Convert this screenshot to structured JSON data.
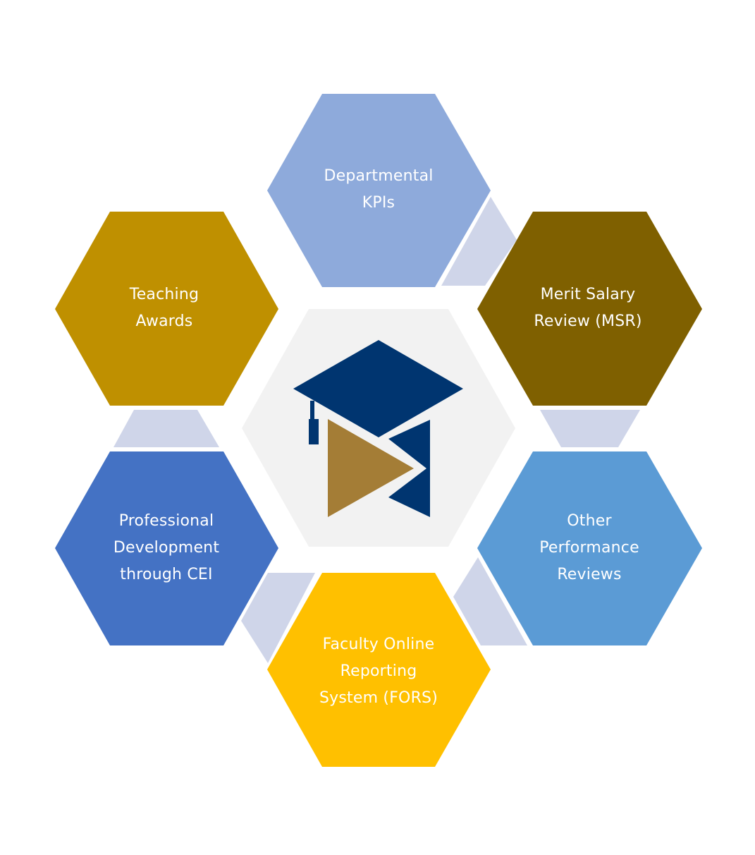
{
  "diagram": {
    "center": {
      "name": "graduation-play-logo",
      "background": "#f2f2f2",
      "cap_color": "#003570",
      "play_color": "#a47d36"
    },
    "connector_color": "#cfd5e9",
    "hexagons": [
      {
        "id": "departmental-kpis",
        "color": "#8eaadb",
        "lines": [
          "Departmental",
          "KPIs"
        ]
      },
      {
        "id": "merit-salary-review",
        "color": "#7f6000",
        "lines": [
          "Merit Salary",
          "Review (MSR)"
        ]
      },
      {
        "id": "other-performance-reviews",
        "color": "#5b9bd5",
        "lines": [
          "Other",
          "Performance",
          "Reviews"
        ]
      },
      {
        "id": "faculty-online-reporting-system",
        "color": "#ffc000",
        "lines": [
          "Faculty Online",
          "Reporting",
          "System (FORS)"
        ]
      },
      {
        "id": "professional-development",
        "color": "#4472c4",
        "lines": [
          "Professional",
          "Development",
          "through CEI"
        ]
      },
      {
        "id": "teaching-awards",
        "color": "#bf9000",
        "lines": [
          "Teaching",
          "Awards"
        ]
      }
    ]
  }
}
